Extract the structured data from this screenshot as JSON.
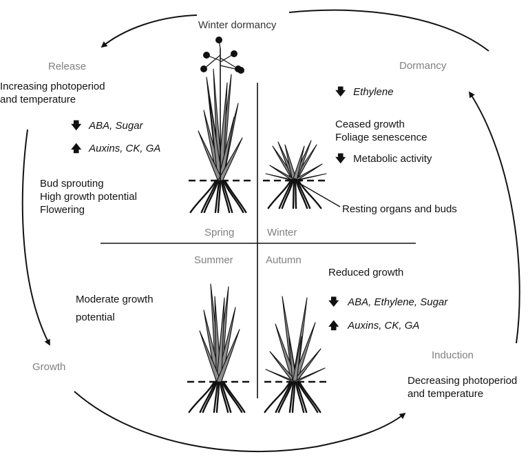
{
  "cycle": {
    "top_label": "Winter dormancy",
    "phases": {
      "release": "Release",
      "dormancy": "Dormancy",
      "induction": "Induction",
      "growth": "Growth"
    }
  },
  "seasons": {
    "spring": "Spring",
    "winter": "Winter",
    "summer": "Summer",
    "autumn": "Autumn"
  },
  "release_panel": {
    "trigger_line1": "Increasing photoperiod",
    "trigger_line2": "and temperature",
    "down": {
      "icon": "arrow-down-icon",
      "text": "ABA, Sugar"
    },
    "up": {
      "icon": "arrow-up-icon",
      "text": "Auxins, CK, GA"
    },
    "effect_line1": "Bud sprouting",
    "effect_line2": "High growth potential",
    "effect_line3": "Flowering"
  },
  "dormancy_panel": {
    "down_hormone": {
      "icon": "arrow-down-icon",
      "text": "Ethylene"
    },
    "effect_line1": "Ceased growth",
    "effect_line2": "Foliage senescence",
    "down_activity": {
      "icon": "arrow-down-icon",
      "text": "Metabolic activity"
    },
    "callout": "Resting organs and buds"
  },
  "summer_panel": {
    "line1": "Moderate growth",
    "line2": "potential"
  },
  "induction_panel": {
    "effect": "Reduced growth",
    "down": {
      "icon": "arrow-down-icon",
      "text": "ABA, Ethylene, Sugar"
    },
    "up": {
      "icon": "arrow-up-icon",
      "text": "Auxins, CK, GA"
    },
    "trigger_line1": "Decreasing photoperiod",
    "trigger_line2": "and temperature"
  },
  "colors": {
    "ink": "#111111",
    "muted": "#808080",
    "plant_fill": "#8c8c8c"
  }
}
